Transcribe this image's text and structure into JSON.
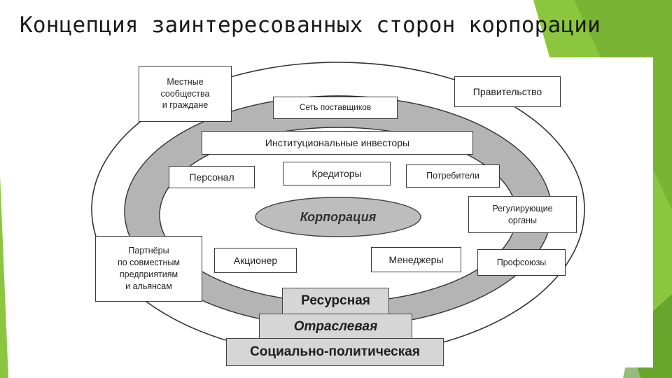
{
  "slide": {
    "title": "Концепция заинтересованных сторон корпорации"
  },
  "theme": {
    "accent_green": "#8cc63f",
    "accent_dark_green": "#4f8f1f",
    "ring_gray": "#b4b4b4",
    "core_gray": "#bdbdbd",
    "tier_gray": "#d6d6d6"
  },
  "diagram": {
    "core": "Корпорация",
    "outer_ring_boxes": {
      "local_communities": "Местные\nсообщества\nи граждане",
      "government": "Правительство",
      "regulators": "Регулирующие\nорганы",
      "partners": "Партнёры\nпо совместным\nпредприятиям\nи альянсам",
      "unions": "Профсоюзы"
    },
    "middle_ring_boxes": {
      "suppliers": "Сеть поставщиков",
      "institutional_investors": "Институциональные инвесторы",
      "personnel": "Персонал",
      "creditors": "Кредиторы",
      "consumers": "Потребители",
      "shareholder": "Акционер",
      "managers": "Менеджеры"
    },
    "tiers": {
      "resource": "Ресурсная",
      "industry": "Отраслевая",
      "socio_political": "Социально-политическая"
    }
  }
}
